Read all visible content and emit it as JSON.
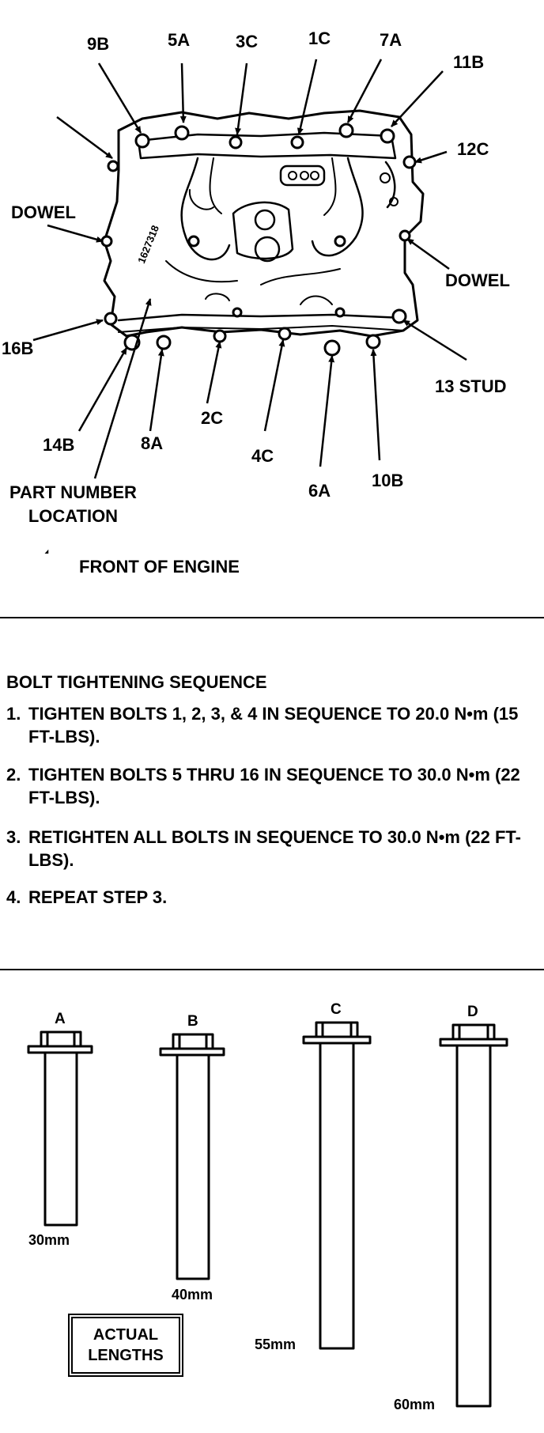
{
  "manifold_labels": {
    "9B": "9B",
    "5A": "5A",
    "3C": "3C",
    "1C": "1C",
    "7A": "7A",
    "11B": "11B",
    "12C": "12C",
    "dowel_left": "DOWEL",
    "dowel_right": "DOWEL",
    "16B": "16B",
    "13_stud": "13 STUD",
    "14B": "14B",
    "8A": "8A",
    "2C": "2C",
    "4C": "4C",
    "6A": "6A",
    "10B": "10B",
    "part_number_location": [
      "PART NUMBER",
      "LOCATION"
    ],
    "casting_number": "1627318"
  },
  "front_of_engine": "FRONT OF ENGINE",
  "sequence": {
    "title": "BOLT TIGHTENING SEQUENCE",
    "steps": [
      {
        "num": "1.",
        "text": "TIGHTEN BOLTS 1, 2, 3, & 4 IN SEQUENCE TO 20.0 N•m (15 FT-LBS)."
      },
      {
        "num": "2.",
        "text": "TIGHTEN BOLTS 5 THRU 16 IN SEQUENCE TO 30.0 N•m (22 FT-LBS)."
      },
      {
        "num": "3.",
        "text": "RETIGHTEN ALL BOLTS IN SEQUENCE TO 30.0 N•m (22 FT-LBS)."
      },
      {
        "num": "4.",
        "text": "REPEAT STEP 3."
      }
    ]
  },
  "bolts": [
    {
      "letter": "A",
      "length": "30mm"
    },
    {
      "letter": "B",
      "length": "40mm"
    },
    {
      "letter": "C",
      "length": "55mm"
    },
    {
      "letter": "D",
      "length": "60mm"
    }
  ],
  "actual_lengths": [
    "ACTUAL",
    "LENGTHS"
  ]
}
